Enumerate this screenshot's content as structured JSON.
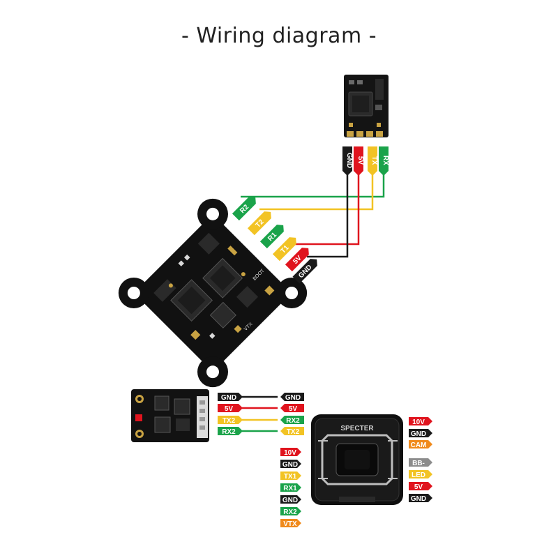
{
  "title": "- Wiring diagram -",
  "colors": {
    "black": "#1a1a1a",
    "red": "#e0141e",
    "yellow": "#f2c324",
    "green": "#1aa34a",
    "orange": "#f08a1c",
    "gray": "#8c8c8c",
    "text_dark": "#ffffff",
    "text_yellow": "#ffffff"
  },
  "receiver": {
    "pins": [
      "GND",
      "5V",
      "TX",
      "RX"
    ]
  },
  "flight_controller": {
    "pads": [
      "R2",
      "T2",
      "R1",
      "T1",
      "5V",
      "GND"
    ],
    "silk_boot": "BOOT",
    "silk_vtx": "VTX"
  },
  "vtx_module": {
    "left_pins": [
      "GND",
      "5V",
      "TX2",
      "RX2"
    ],
    "right_pins": [
      "GND",
      "5V",
      "RX2",
      "TX2"
    ]
  },
  "camera": {
    "brand": "SPECTER",
    "right_top": [
      "10V",
      "GND",
      "CAM"
    ],
    "right_bottom": [
      "BB-",
      "LED",
      "5V",
      "GND"
    ],
    "left_stack": [
      "10V",
      "GND",
      "TX1",
      "RX1",
      "GND",
      "RX2",
      "VTX"
    ]
  }
}
